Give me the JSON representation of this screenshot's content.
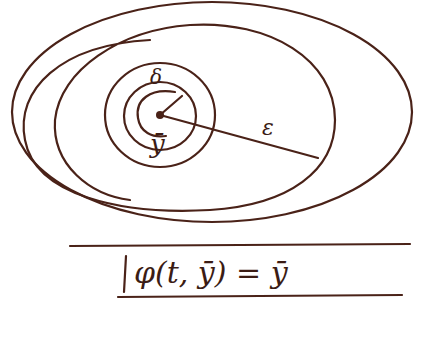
{
  "diagram": {
    "labels": [
      "δ",
      "ε",
      "ȳ",
      "φ(t, ȳ) = ȳ"
    ]
  }
}
